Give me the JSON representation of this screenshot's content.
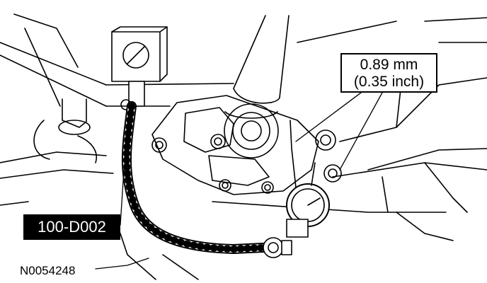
{
  "callout": {
    "line1": "0.89 mm",
    "line2": "(0.35 inch)"
  },
  "tool_label": "100-D002",
  "figure_id": "N0054248",
  "colors": {
    "ink": "#000000",
    "paper": "#ffffff",
    "label_fill": "#000000",
    "label_text": "#ffffff"
  }
}
